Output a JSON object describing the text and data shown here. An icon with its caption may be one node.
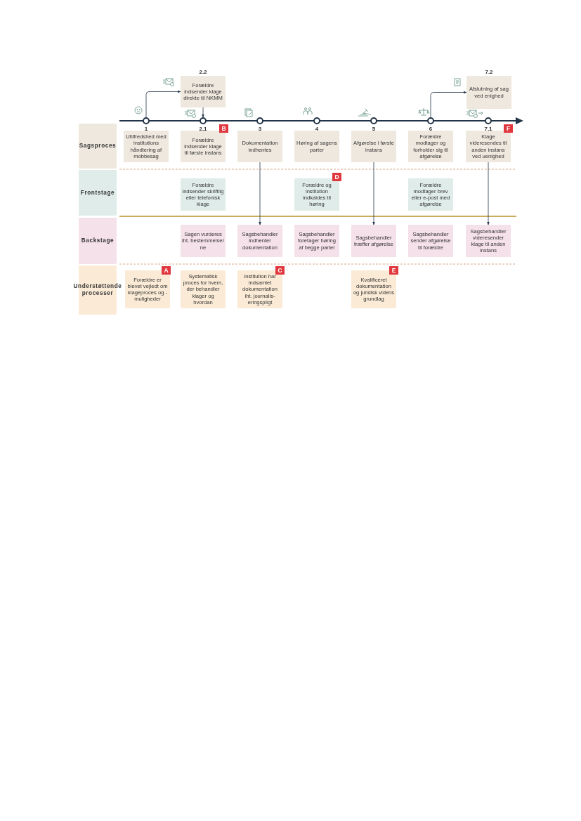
{
  "diagram": {
    "nodes": [
      {
        "text": [
          "Sagsproces"
        ]
      },
      {
        "text": [
          "Frontstage"
        ]
      },
      {
        "text": [
          "Backstage"
        ]
      },
      {
        "text": [
          "Understøttende processer"
        ]
      },
      {
        "text": [
          "Forældre indsender klage direkte til NKMM"
        ],
        "beside": [
          "2.2"
        ]
      },
      {
        "text": [
          "Afslutning af sag ved enighed"
        ],
        "beside": [
          "7.2"
        ]
      },
      {
        "text": [],
        "shape": "circle",
        "beside": [
          "1"
        ]
      },
      {
        "text": [],
        "shape": "circle",
        "beside": [
          "2.1"
        ]
      },
      {
        "text": [],
        "shape": "circle",
        "beside": [
          "3"
        ]
      },
      {
        "text": [],
        "shape": "circle",
        "beside": [
          "4"
        ]
      },
      {
        "text": [],
        "shape": "circle",
        "beside": [
          "5"
        ]
      },
      {
        "text": [],
        "shape": "circle",
        "beside": [
          "6"
        ]
      },
      {
        "text": [],
        "shape": "circle",
        "beside": [
          "7.1"
        ]
      },
      {
        "text": [
          "Utilfredshed med institutions håndtering af mobbesag"
        ]
      },
      {
        "text": [
          "Forældre indsender klage til første instans"
        ]
      },
      {
        "text": [
          "Dokumentation indhentes"
        ]
      },
      {
        "text": [
          "Høring af sagens parter"
        ]
      },
      {
        "text": [
          "Afgørelse i første instans"
        ]
      },
      {
        "text": [
          "Forældre modtager og forholder sig til afgørelse"
        ]
      },
      {
        "text": [
          "Klage videresendes til anden instans ved uenighed"
        ]
      },
      {
        "text": [
          "Forældre indsender skriftlig eller telefonisk klage"
        ]
      },
      {
        "text": [
          "Forældre og institution indkaldes til høring"
        ]
      },
      {
        "text": [
          "Forældre modtager brev eller e-post med afgørelse"
        ]
      },
      {
        "text": [
          "Sagen vurderes iht. bestemmelser ne"
        ]
      },
      {
        "text": [
          "Sagsbehandler indhenter dokumentation"
        ]
      },
      {
        "text": [
          "Sagsbehandler foretager høring af begge parter"
        ]
      },
      {
        "text": [
          "Sagsbehandler træffer afgørelse"
        ]
      },
      {
        "text": [
          "Sagsbehandler sender afgørelse til forældre"
        ]
      },
      {
        "text": [
          "Sagsbehandler videresender klage til anden instans"
        ]
      },
      {
        "text": [
          "Forældre er blevet vejledt om klageproces og -muligheder"
        ]
      },
      {
        "text": [
          "Systematisk proces for hvem, der behandler klager og hvordan"
        ]
      },
      {
        "text": [
          "Institution har indsamlet dokumentation iht. journalis- eringspligt"
        ]
      },
      {
        "text": [
          "Kvalificeret dokumentation og juridisk videns grundlag"
        ]
      }
    ],
    "edges": [
      {
        "from": 6,
        "to": 4,
        "arrow": "to"
      },
      {
        "from": 4,
        "to": 7,
        "arrow": "to"
      },
      {
        "from": 11,
        "to": 5,
        "arrow": "to"
      },
      {
        "from": 15,
        "to": 24,
        "arrow": "to"
      },
      {
        "from": 17,
        "to": 26,
        "arrow": "to"
      },
      {
        "from": 19,
        "to": 28,
        "arrow": "to"
      }
    ],
    "labels": [
      "A",
      "B",
      "C",
      "D",
      "E",
      "F"
    ]
  }
}
